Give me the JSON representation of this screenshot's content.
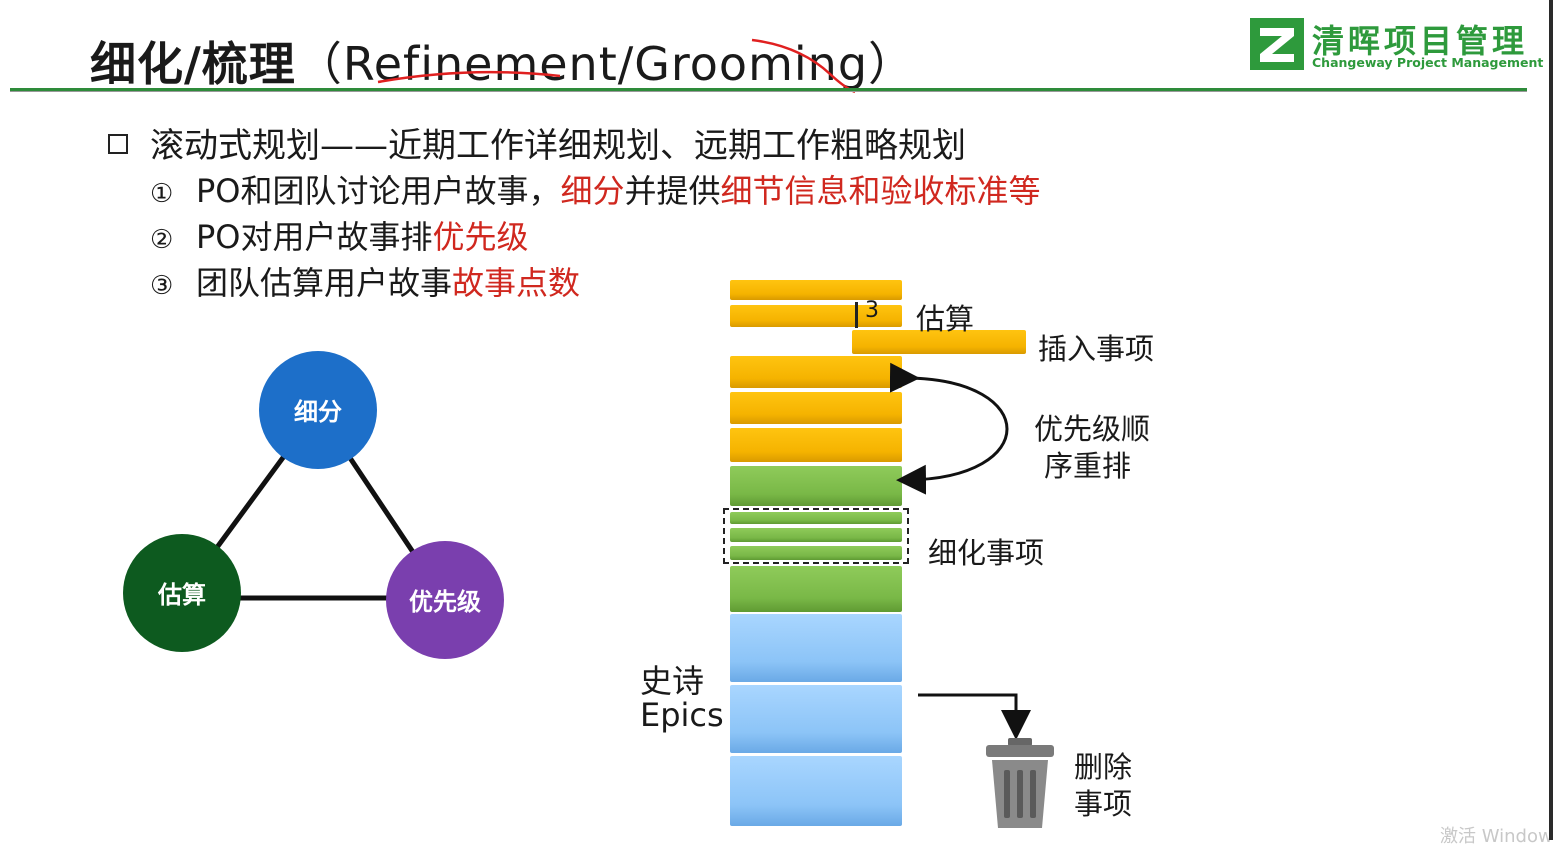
{
  "header": {
    "title_cn": "细化/梳理",
    "title_en": "（Refinement/Grooming）",
    "logo_name": "清晖项目管理",
    "logo_sub": "Changeway Project Management",
    "accent_color": "#2e9a3c"
  },
  "content": {
    "main_bullet": "滚动式规划——近期工作详细规划、远期工作粗略规划",
    "items": [
      {
        "num": "①",
        "text": "PO和团队讨论用户故事，",
        "red1": "细分",
        "mid": "并提供",
        "red2": "细节信息和验收标准等"
      },
      {
        "num": "②",
        "text": "PO对用户故事排",
        "red1": "优先级"
      },
      {
        "num": "③",
        "text": "团队估算用户故事",
        "red1": "故事点数"
      }
    ]
  },
  "triangle": {
    "top": {
      "label": "细分",
      "color": "#1d6fc9"
    },
    "left": {
      "label": "估算",
      "color": "#0d5a1f"
    },
    "right": {
      "label": "优先级",
      "color": "#7a3fae"
    }
  },
  "stack": {
    "estimate_value": "3",
    "labels": {
      "estimate": "估算",
      "insert": "插入事项",
      "reorder_line1": "优先级顺",
      "reorder_line2": "序重排",
      "refine": "细化事项",
      "epics_cn": "史诗",
      "epics_en": "Epics",
      "delete_line1": "删除",
      "delete_line2": "事项"
    }
  },
  "watermark": "激活 Windows"
}
